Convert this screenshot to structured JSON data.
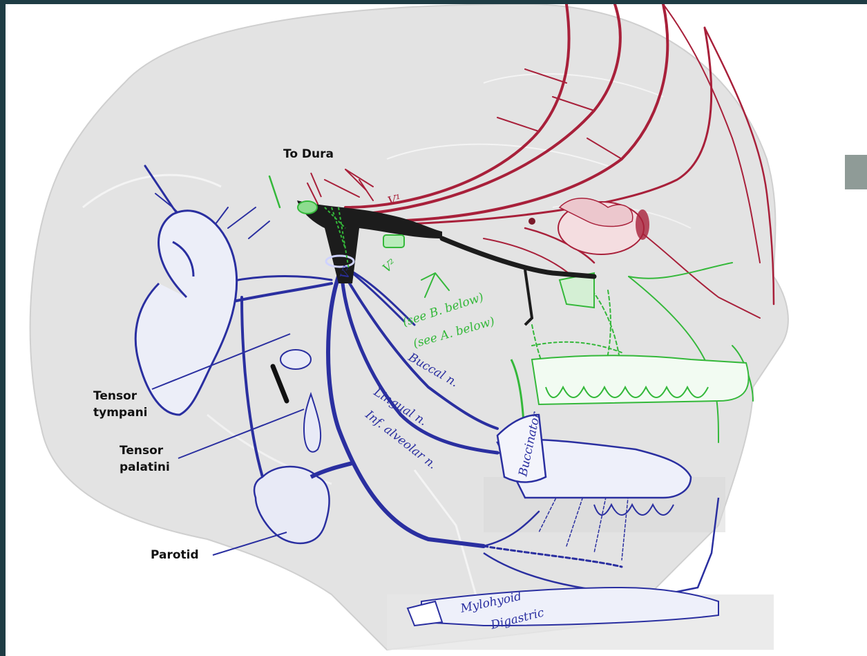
{
  "diagram": {
    "callout_labels": {
      "to_dura": "To Dura",
      "tensor_tympani_line1": "Tensor",
      "tensor_tympani_line2": "tympani",
      "tensor_palatini_line1": "Tensor",
      "tensor_palatini_line2": "palatini",
      "parotid": "Parotid"
    },
    "handwritten_labels": {
      "v1": "V¹",
      "v2": "V²",
      "v3": "V³",
      "see_b": "(see B. below)",
      "see_a": "(see A. below)",
      "buccal": "Buccal n.",
      "lingual": "Lingual n.",
      "inf_alveolar": "Inf. alveolar n.",
      "buccinator": "Buccinator",
      "mylohyoid": "Mylohyoid",
      "digastric": "Digastric"
    },
    "colors": {
      "ophthalmic_v1": "#a8203a",
      "maxillary_v2": "#34b83a",
      "mandibular_v3": "#2a2fa0",
      "ganglion": "#111111",
      "skull": "#e2e2e2",
      "frame_border": "#1e3c44"
    }
  }
}
